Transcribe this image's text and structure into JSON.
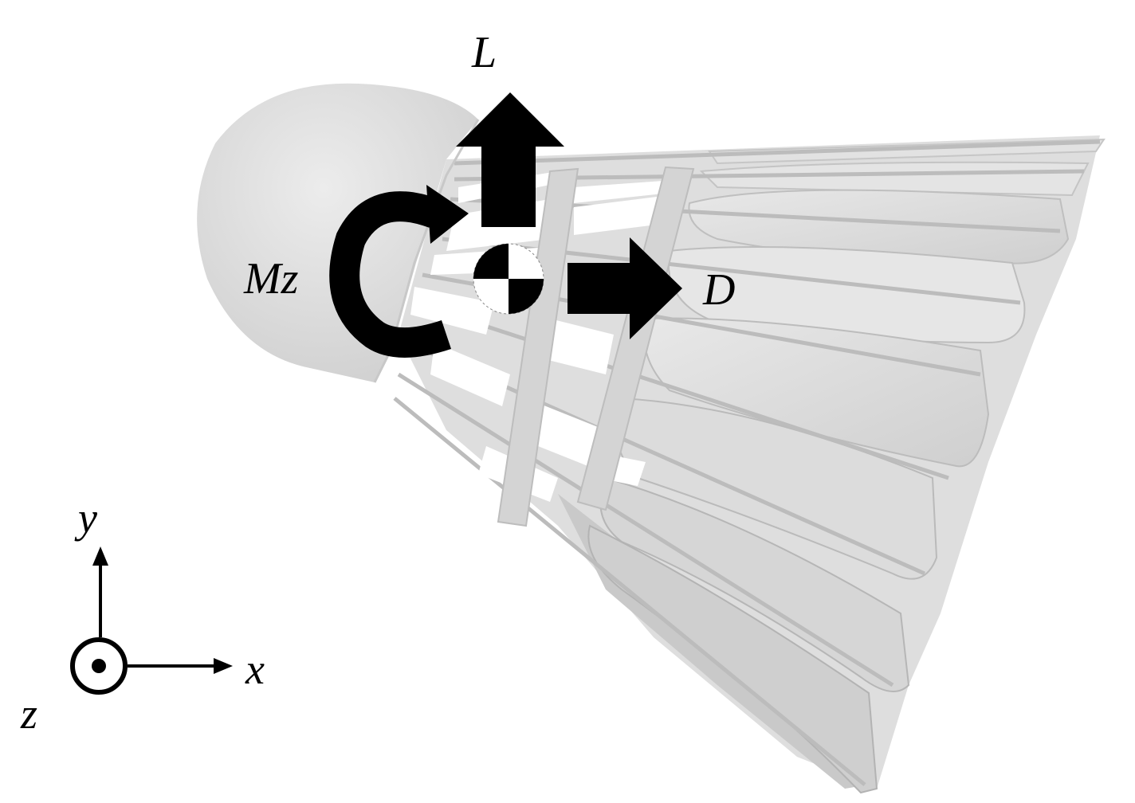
{
  "labels": {
    "lift": "L",
    "drag": "D",
    "moment": "Mz",
    "axis_x": "x",
    "axis_y": "y",
    "axis_z": "z"
  },
  "colors": {
    "shuttle_light": "#e4e4e4",
    "shuttle_mid": "#d2d2d2",
    "shuttle_dark": "#bdbdbd",
    "arrow": "#000000",
    "background": "#ffffff"
  },
  "icons": {
    "center_of_mass": "center-of-mass-icon",
    "z_out_of_page": "dot-in-circle-icon"
  }
}
